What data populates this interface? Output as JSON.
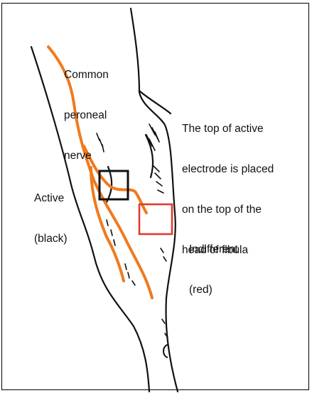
{
  "labels": {
    "nerve_line1": "Common",
    "nerve_line2": "peroneal",
    "nerve_line3": "nerve",
    "placement_line1": "The top of active",
    "placement_line2": "electrode is placed",
    "placement_line3": "on the top of the",
    "placement_line4": "head of fibula",
    "active_line1": "Active",
    "active_line2": "(black)",
    "indifferent_line1": "Indifferent",
    "indifferent_line2": "(red)"
  },
  "colors": {
    "nerve": "#F07A1E",
    "active_electrode": "#111111",
    "indifferent_electrode": "#E23B2E",
    "outline": "#111111"
  }
}
